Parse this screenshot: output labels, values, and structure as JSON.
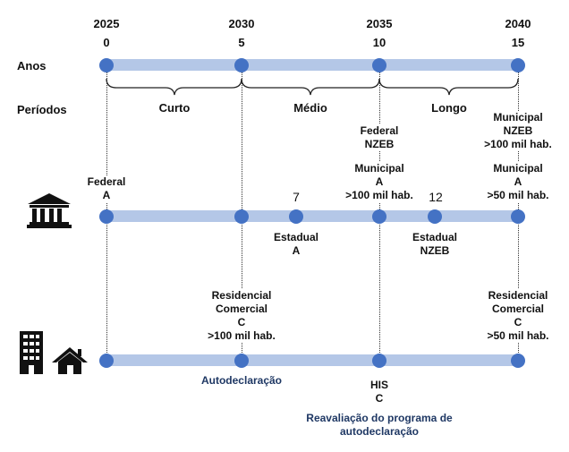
{
  "years": [
    "2025",
    "2030",
    "2035",
    "2040"
  ],
  "offsets": [
    "0",
    "5",
    "10",
    "15"
  ],
  "rows": {
    "anos": "Anos",
    "periodos": "Períodos"
  },
  "periods": {
    "short": "Curto",
    "medium": "Médio",
    "long": "Longo"
  },
  "labels": {
    "federal_nzeb": [
      "Federal",
      "NZEB"
    ],
    "municipal_nzeb_100": [
      "Municipal",
      "NZEB",
      ">100 mil hab."
    ],
    "federal_a": [
      "Federal",
      "A"
    ],
    "municipal_a_100": [
      "Municipal",
      "A",
      ">100 mil hab."
    ],
    "municipal_a_50": [
      "Municipal",
      "A",
      ">50 mil hab."
    ],
    "num_7": "7",
    "num_12": "12",
    "estadual_a": [
      "Estadual",
      "A"
    ],
    "estadual_nzeb": [
      "Estadual",
      "NZEB"
    ],
    "res_com_c_100": [
      "Residencial",
      "Comercial",
      "C",
      ">100 mil hab."
    ],
    "res_com_c_50": [
      "Residencial",
      "Comercial",
      "C",
      ">50 mil hab."
    ],
    "autodeclaracao": "Autodeclaração",
    "his_c": [
      "HIS",
      "C"
    ],
    "reavaliacao": [
      "Reavaliação do programa de",
      "autodeclaração"
    ]
  },
  "icons": [
    "government-building-icon",
    "apartment-building-icon",
    "house-icon"
  ],
  "colors": {
    "track": "#b4c7e7",
    "dot": "#4472c4",
    "navy_text": "#1f3864"
  }
}
